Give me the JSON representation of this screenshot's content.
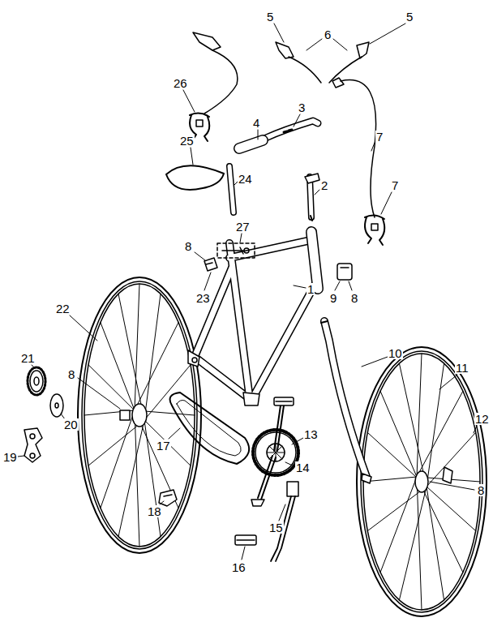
{
  "diagram": {
    "labels": [
      "5",
      "6",
      "5",
      "26",
      "3",
      "4",
      "7",
      "25",
      "24",
      "2",
      "7",
      "27",
      "8",
      "23",
      "1",
      "9",
      "8",
      "22",
      "10",
      "21",
      "11",
      "8",
      "12",
      "20",
      "13",
      "17",
      "19",
      "14",
      "8",
      "18",
      "15",
      "16"
    ]
  }
}
